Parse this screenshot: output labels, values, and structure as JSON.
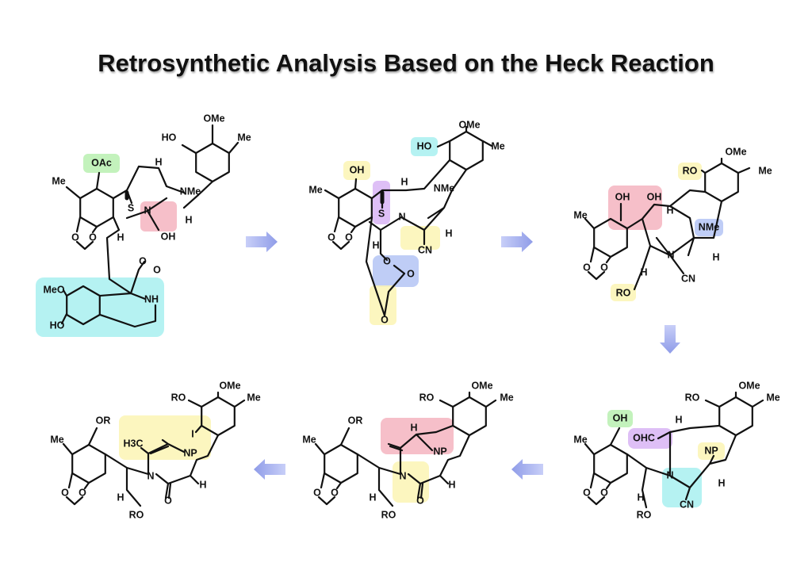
{
  "title": "Retrosynthetic Analysis Based on the Heck Reaction",
  "highlight_colors": {
    "green": "#b8f0b0",
    "pink": "#f5b4bf",
    "cyan": "#a8f0f0",
    "yellow": "#fbf4b4",
    "purple": "#d8b4f5",
    "blue": "#b4c4f5"
  },
  "arrow_color": "#aab4f0",
  "molecules": [
    {
      "labels": [
        "OMe",
        "HO",
        "Me",
        "OAc",
        "Me",
        "H",
        "NMe",
        "S",
        "N",
        "H",
        "OH",
        "H",
        "O",
        "O",
        "O",
        "O",
        "MeO",
        "NH",
        "HO"
      ]
    },
    {
      "labels": [
        "OMe",
        "HO",
        "Me",
        "OH",
        "Me",
        "H",
        "NMe",
        "S",
        "N",
        "H",
        "H",
        "CN",
        "O",
        "O",
        "O",
        "O",
        "O"
      ]
    },
    {
      "labels": [
        "OMe",
        "RO",
        "Me",
        "OH",
        "OH",
        "Me",
        "H",
        "NMe",
        "N",
        "H",
        "H",
        "CN",
        "RO",
        "O",
        "O"
      ]
    },
    {
      "labels": [
        "OMe",
        "RO",
        "Me",
        "OH",
        "Me",
        "OHC",
        "H",
        "NP",
        "N",
        "H",
        "H",
        "CN",
        "RO",
        "O",
        "O"
      ]
    },
    {
      "labels": [
        "OMe",
        "RO",
        "Me",
        "OR",
        "Me",
        "H",
        "NP",
        "N",
        "H",
        "H",
        "O",
        "RO",
        "O",
        "O"
      ]
    },
    {
      "labels": [
        "OMe",
        "RO",
        "Me",
        "I",
        "OR",
        "Me",
        "H3C",
        "NP",
        "N",
        "H",
        "H",
        "O",
        "RO",
        "O",
        "O"
      ]
    }
  ]
}
